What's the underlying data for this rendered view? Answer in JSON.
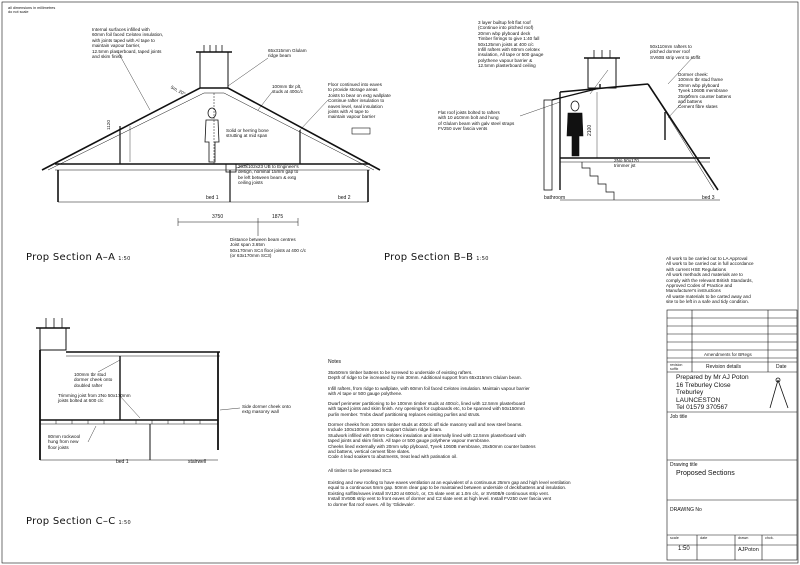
{
  "sheet": {
    "dims_note": "all dimensions in millimetres\ndo not scale"
  },
  "sectionA": {
    "title": "Prop Section A–A",
    "scale": "1:50",
    "notes": {
      "insulation": "Internal surfaces infilled with\n60mm foil faced Celotex insulation,\nwith joints taped with Al tape to\nmaintain vapour barrier,\n12.5mm plasterboard, taped joints\nand skim finish",
      "ridge": "65x315mm Glulam\nridge beam",
      "floor": "Floor continued into eaves\nto provide storage areas\nJoists to bear on extg wallplate\nContinue rafter insulation to\neaves level, seal insulation\njoints with Al tape to\nmaintain vapour barrier",
      "studs": "100mm tbr plt,\nstuds at 400c/c",
      "herring": "Solid or herring bone\nstrutting at mid span",
      "beam": "203x102x23 UB to Engineer's\ndesign, nominal 15mm gap to\nbe left between beam & extg\nceiling joists",
      "distance": "Distance between beam centres\nJoist span 3.65m\n50x170mm SC4 floor joists at 400 c/c\n(or 63x170mm SC3)"
    },
    "pitch": "5m, 20°",
    "height": "1120",
    "dim1": "3750",
    "dim2": "1875",
    "bed1": "bed 1",
    "bed2": "bed 2"
  },
  "sectionB": {
    "title": "Prop Section B–B",
    "scale": "1:50",
    "notes": {
      "roof": "3 layer builtup felt flat roof\n(Continue into pitched roof)\n20mm wbp plyboard deck\nTimber firrings to give 1:40 fall\n50x125mm joists at 400 c/c\nInfill rafters with 60mm celotex\ninsulation, All tape or 500 gauge\npolythene vapour barrier &\n12.5mm plasterboard ceiling",
      "flatjoists": "Flat roof joists bolted to rafters\nwith 10 ø10mm bolt and hung\nof Glulam beam with galv steel straps\nFV250 over fascia vents",
      "rafters": "50x110mm rafters to\npitched dormer roof\nSV60B strip vent to soffit",
      "cheek": "Dormer cheek:\n100mm tbr stud frame\n20mm wbp plyboard\nTyvek 1060B membrane\n25x50mm counter battens\nand battens\nCement fibre slates",
      "trimmer": "2No 50x170\ntrimmer jst"
    },
    "height": "2100",
    "bathroom": "bathroom",
    "bed3": "bed 3"
  },
  "sectionC": {
    "title": "Prop Section C–C",
    "scale": "1:50",
    "notes": {
      "stud": "100mm tbr stud\ndormer cheek onto\ndoubled rafter",
      "trimming": "Trimming joist from 2No 50x170mm\njoists bolted at 600 c/c",
      "side": "Side dormer cheek onto\nextg masonry wall",
      "rockwool": "80mm rockwool\nhung from new\nfloor joists"
    },
    "bed1": "bed 1",
    "stairwell": "stairwell"
  },
  "approval": "All work to be carried out to LA Approval\nAll work to be carried out in full accordance\nwith current HSE Regulations\nAll work methods and materials are to\ncomply with the relevant British Standards,\nApproved Codes of Practice and\nManufacturer's instructions\nAll waste materials to be carted away and\nsite to be left in a safe and tidy condition.",
  "notes": {
    "heading": "Notes",
    "p1": "35x50mm timber battens to be screwed to underside of existing rafters.\nDepth of ridge to be increased by min 30mm. Additional support from 65x315mm Glulam beam.",
    "p2": "Infill rafters, from ridge to wallplate, with 60mm foil faced Celotex insulation. Maintain vapour barrier\nwith Al tape or 500 gauge polythene.",
    "p3": "Dwarf perimeter partitioning to be 100mm timber studs at 400c/c, lined with 12.5mm plasterboard\nwith taped joints and skim finish. Any openings for cupboards etc, to be spanned with 50x150mm\npurlin member. Tmbs dwarf partitioning replaces existing purlins and struts.",
    "p4": "Dormer cheeks from 100mm timber studs at 400c/c off side masonry wall and new steel beams.\nInclude 100x100mm post to support Glulam ridge beam.\nStudwork infilled with 60mm Celotex insulation and internally lined with 12.5mm plasterboard with\ntaped joints and skim finish. All tape or 500 gauge polythene vapour membrane.\nCheeks lined externally with 20mm wbp plyboard, Tyvek 1060B membrane, 25x50mm counter battens\nand battens, vertical cement fibre slates.\nCode 4 lead soakers to abutments, treat lead with patination oil.",
    "p5": "All timber to be pretreated SC3.",
    "p6": "Existing and new roofing to have eaves ventilation at an equivalent of a continuous 25mm gap and high level ventilation\nequal to a continuous 5mm gap. 50mm clear gap to be maintained between underside of deck/battens and insulation.\nExisting soffits/eaves install SV120 at 600c/c, or, C5 slate vent at 1.0m c/c, or SV60B/9 continuous strip vent.\nInstall SV60B strip vent to front eaves of dormer and C2 slate vent at high level. Install FV250 over fascia vent\nto dormer flat roof eaves. All by 'Glidevale'."
  },
  "titleblock": {
    "amendments": "Amendments for BRegs",
    "revision": "revision\nsuffix",
    "revdetails": "Revision details",
    "date": "Date",
    "prepared": "Prepared by Mr AJ Poton\n16 Treburley Close\nTreburley\nLAUNCESTON\nTel 01579 370567",
    "jobtitle_label": "Job title",
    "drawingtitle_label": "Drawing title",
    "drawingtitle": "Proposed Sections",
    "drawingno_label": "DRAWING No",
    "scale_label": "scale",
    "scale": "1:50",
    "date_label": "date",
    "drawn_label": "drawn",
    "drawn": "AJPoton",
    "chk_label": "chck."
  }
}
